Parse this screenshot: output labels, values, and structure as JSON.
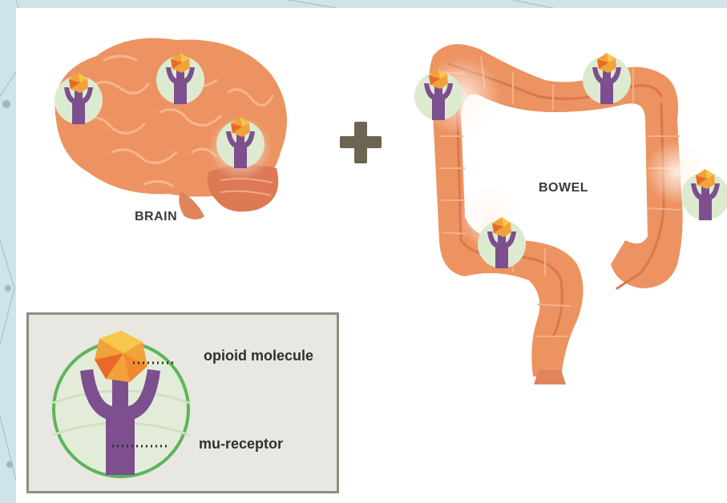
{
  "labels": {
    "brain": "BRAIN",
    "bowel": "BOWEL"
  },
  "legend": {
    "opioid": "opioid molecule",
    "receptor": "mu-receptor"
  },
  "icons": {
    "plus": "plus-icon",
    "receptor": "opioid-receptor-icon"
  },
  "colors": {
    "organ": "#ec9361",
    "receptor": "#7d4f8e",
    "molecule": "#f2a23a",
    "halo": "#dcebcf",
    "legend_ring": "#5db55a"
  }
}
